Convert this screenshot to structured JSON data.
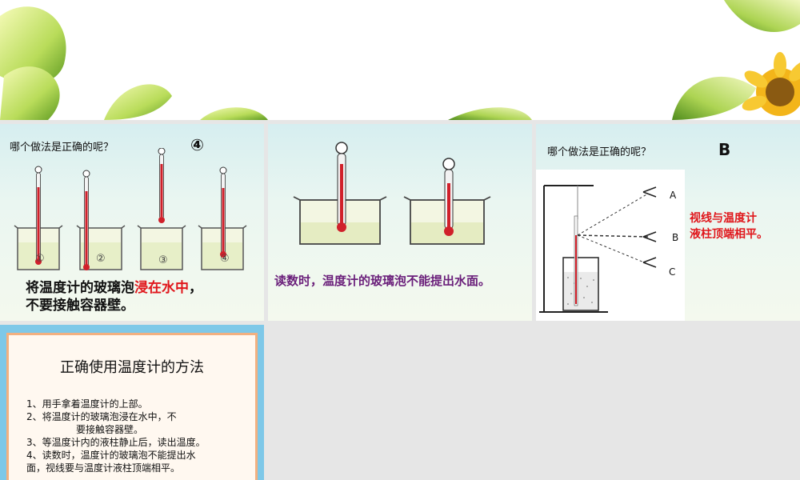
{
  "slide1": {
    "question": "哪个做法是正确的呢？",
    "answer": "④",
    "beaker_labels": [
      "①",
      "②",
      "③",
      "④"
    ],
    "caption_prefix": "将温度计的玻璃泡",
    "caption_highlight": "浸在水中",
    "caption_suffix": "，",
    "caption_line2": "不要接触容器壁。"
  },
  "slide2": {
    "caption": "读数时，温度计的玻璃泡不能提出水面。"
  },
  "slide3": {
    "question": "哪个做法是正确的呢？",
    "answer": "B",
    "view_labels": [
      "A",
      "B",
      "C"
    ],
    "note_line1": "视线与温度计",
    "note_line2": "液柱顶端相平。"
  },
  "slide4": {
    "title": "正确使用温度计的方法",
    "steps": [
      "1、用手拿着温度计的上部。",
      "2、将温度计的玻璃泡浸在水中，不",
      "要接触容器壁。",
      "3、等温度计内的液柱静止后，读出温度。",
      "4、读数时，温度计的玻璃泡不能提出水",
      "面，视线要与温度计液柱顶端相平。"
    ]
  },
  "colors": {
    "mercury": "#d0202a",
    "highlight": "#e0161b",
    "purple": "#6a1f7a"
  }
}
